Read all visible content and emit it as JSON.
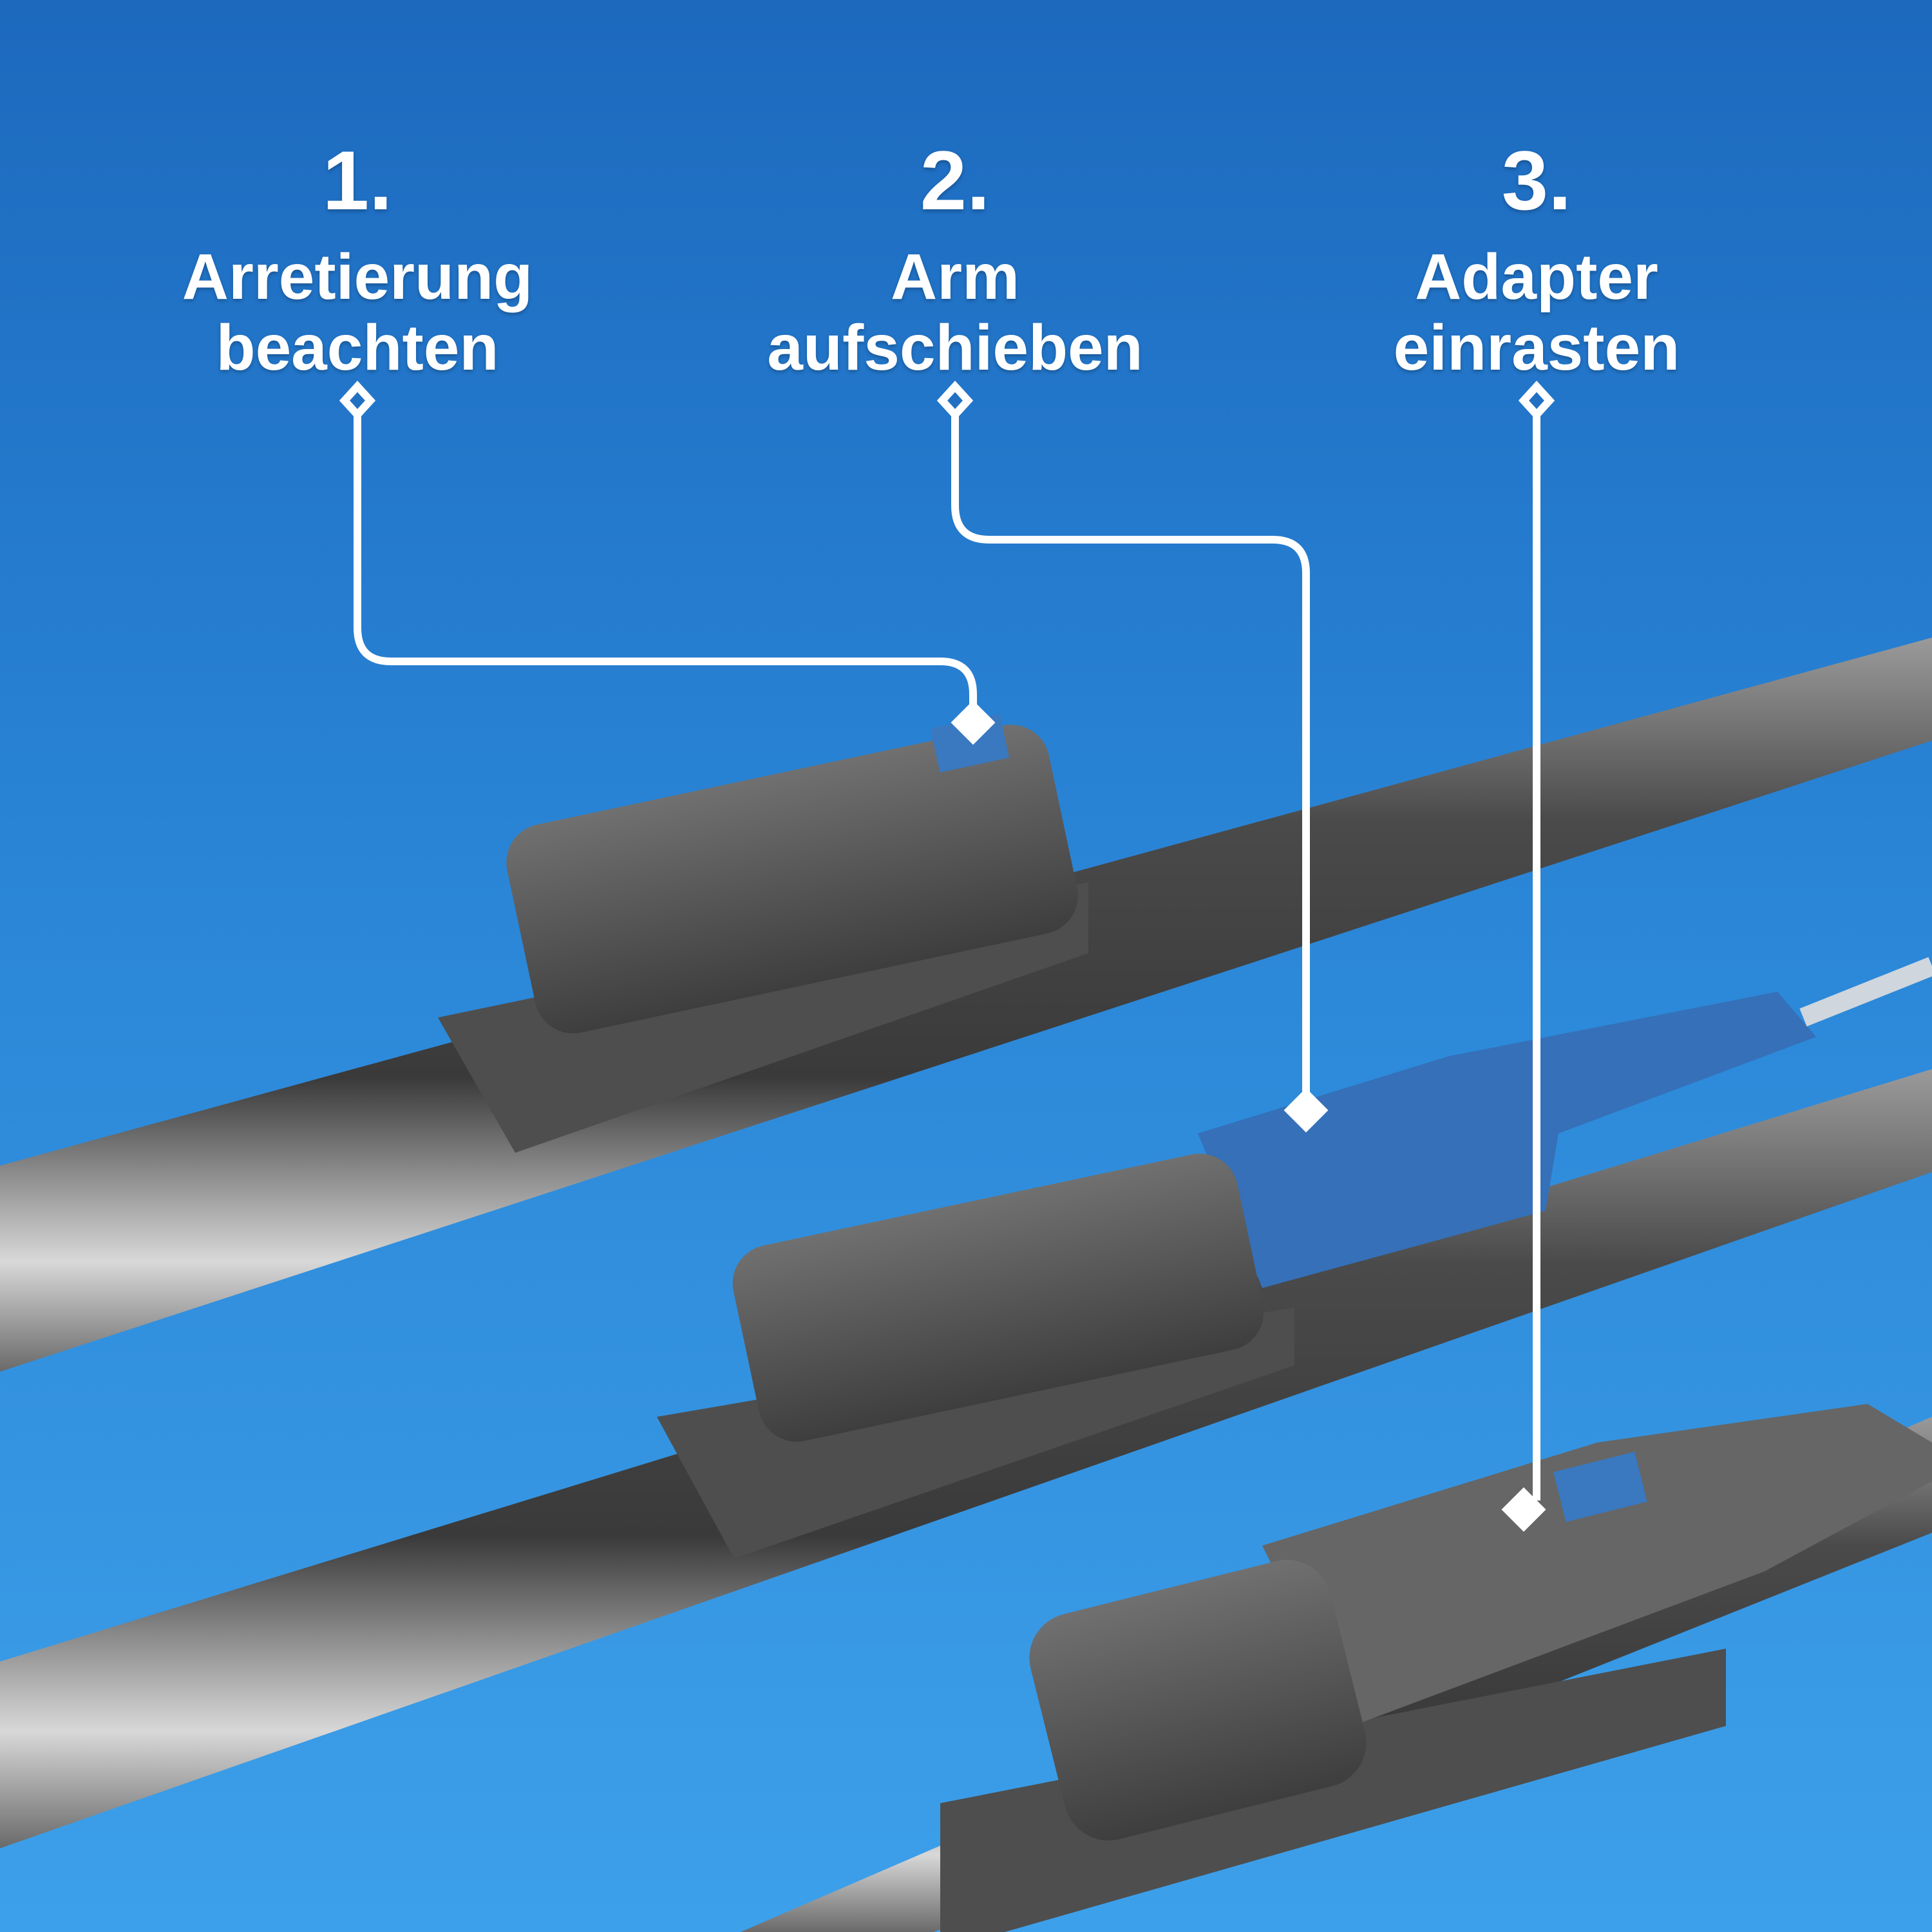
{
  "steps": [
    {
      "number": "1.",
      "line1": "Arretierung",
      "line2": "beachten"
    },
    {
      "number": "2.",
      "line1": "Arm",
      "line2": "aufschieben"
    },
    {
      "number": "3.",
      "line1": "Adapter",
      "line2": "einrasten"
    }
  ],
  "colors": {
    "background_top": "#1c69be",
    "background_bottom": "#3da0ea",
    "adapter_gray": "#5a5a5a",
    "lock_blue": "#3a78c0",
    "connector": "#ffffff"
  }
}
